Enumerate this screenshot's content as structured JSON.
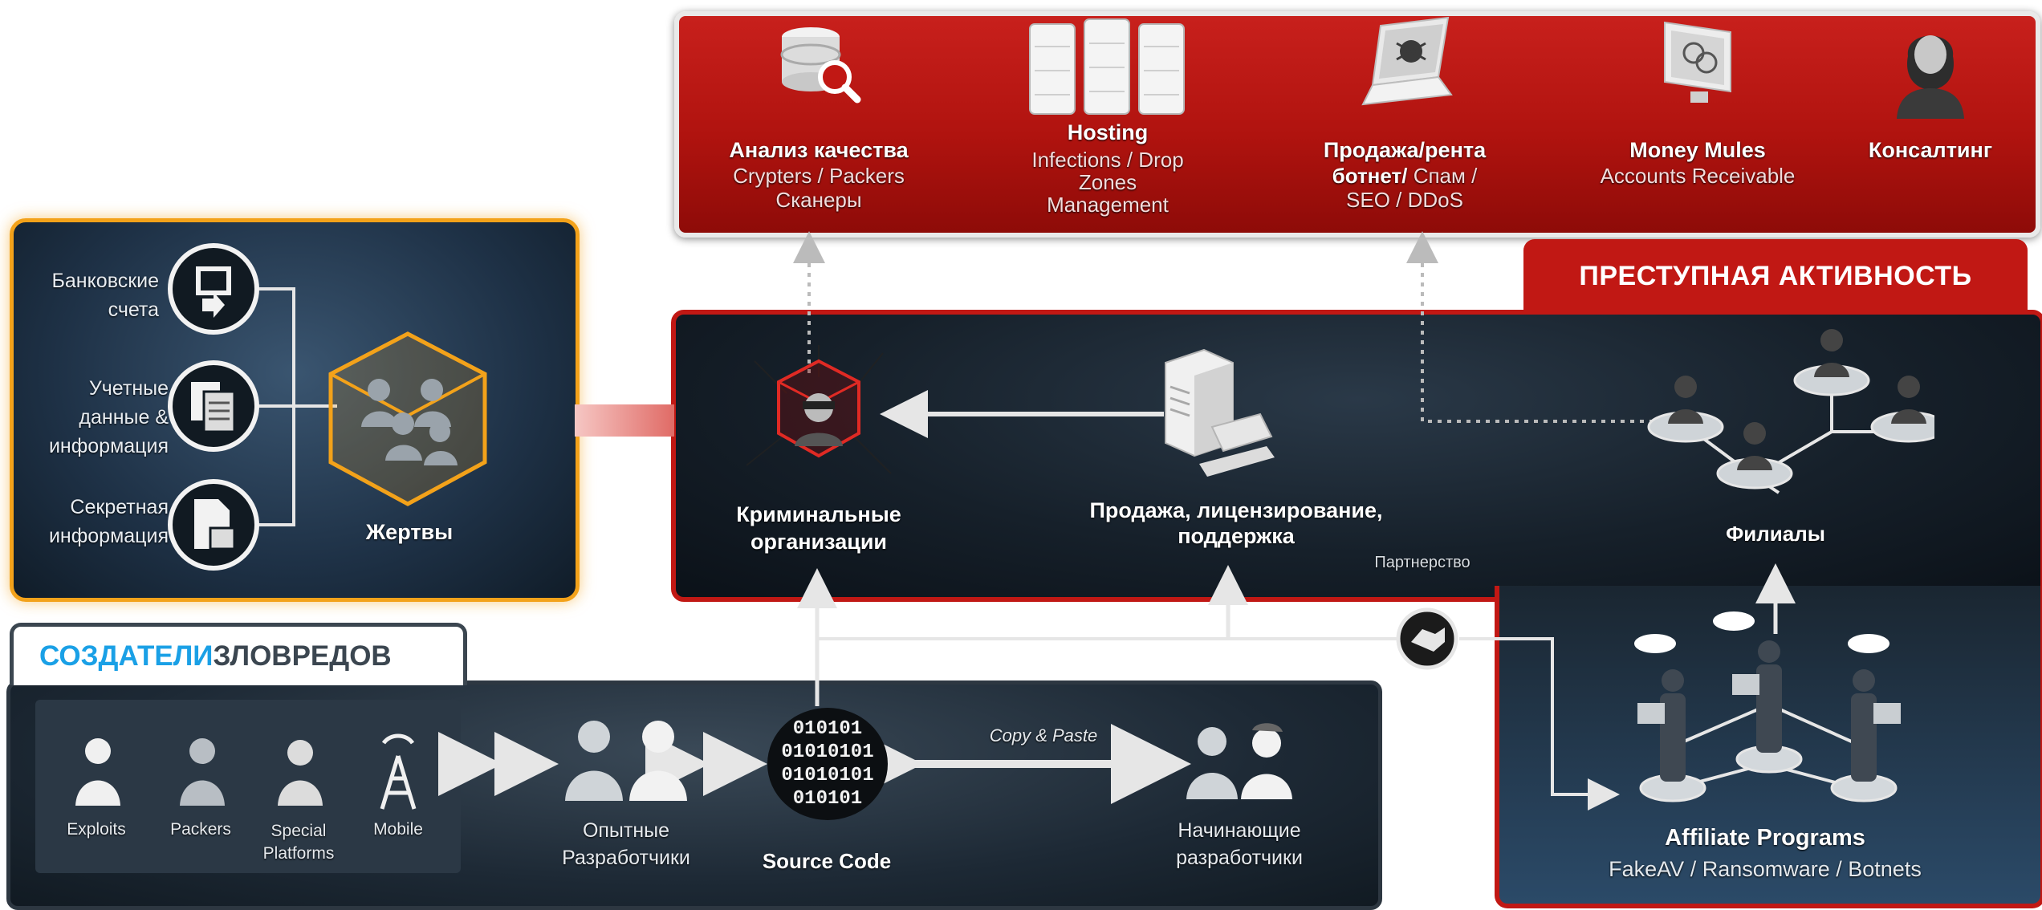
{
  "services": [
    {
      "id": "quality",
      "icon": "database-search-icon",
      "title": "Анализ качества",
      "lines": [
        "Crypters / Packers",
        "Сканеры"
      ]
    },
    {
      "id": "hosting",
      "icon": "server-rack-icon",
      "title": "Hosting",
      "lines": [
        "Infections / Drop",
        "Zones",
        "Management"
      ]
    },
    {
      "id": "botnet",
      "icon": "laptop-bug-icon",
      "title": "Продажа/рента",
      "title2_bold": "ботнет/",
      "title2_rest": " Спам /",
      "lines": [
        "SEO / DDoS"
      ]
    },
    {
      "id": "mules",
      "icon": "monitor-money-icon",
      "title": "Money Mules",
      "lines": [
        "Accounts Receivable"
      ]
    },
    {
      "id": "consulting",
      "icon": "consultant-icon",
      "title": "Консалтинг",
      "lines": []
    }
  ],
  "crime": {
    "heading": "ПРЕСТУПНАЯ АКТИВНОСТЬ",
    "criminal_orgs": [
      "Криминальные",
      "организации"
    ],
    "sales": [
      "Продажа, лицензирование,",
      "поддержка"
    ],
    "partnership": "Партнерство",
    "branches": "Филиалы",
    "affiliate_title": "Affiliate Programs",
    "affiliate_sub": "FakeAV / Ransomware / Botnets"
  },
  "victims": {
    "items": [
      {
        "icon": "bank-transfer-icon",
        "lines": [
          "Банковские",
          "счета"
        ]
      },
      {
        "icon": "documents-icon",
        "lines": [
          "Учетные",
          "данные &",
          "информация"
        ]
      },
      {
        "icon": "secret-file-icon",
        "lines": [
          "Секретная",
          "информация"
        ]
      }
    ],
    "label": "Жертвы"
  },
  "creators": {
    "heading_accent": "СОЗДАТЕЛИ",
    "heading_rest": " ЗЛОВРЕДОВ",
    "roles": [
      {
        "icon": "person-icon",
        "lines": [
          "Exploits"
        ]
      },
      {
        "icon": "person-icon",
        "lines": [
          "Packers"
        ]
      },
      {
        "icon": "person-icon",
        "lines": [
          "Special",
          "Platforms"
        ]
      },
      {
        "icon": "antenna-icon",
        "lines": [
          "Mobile"
        ]
      }
    ],
    "experienced": [
      "Опытные",
      "Разработчики"
    ],
    "source_code": "Source Code",
    "binary_lines": [
      "010101",
      "01010101",
      "01010101",
      "010101"
    ],
    "copy_paste": "Copy & Paste",
    "beginners": [
      "Начинающие",
      "разработчики"
    ]
  },
  "colors": {
    "red": "#c11814",
    "orange": "#f3a21a",
    "accent_blue": "#1aa0e6",
    "navy": "#16202a"
  }
}
